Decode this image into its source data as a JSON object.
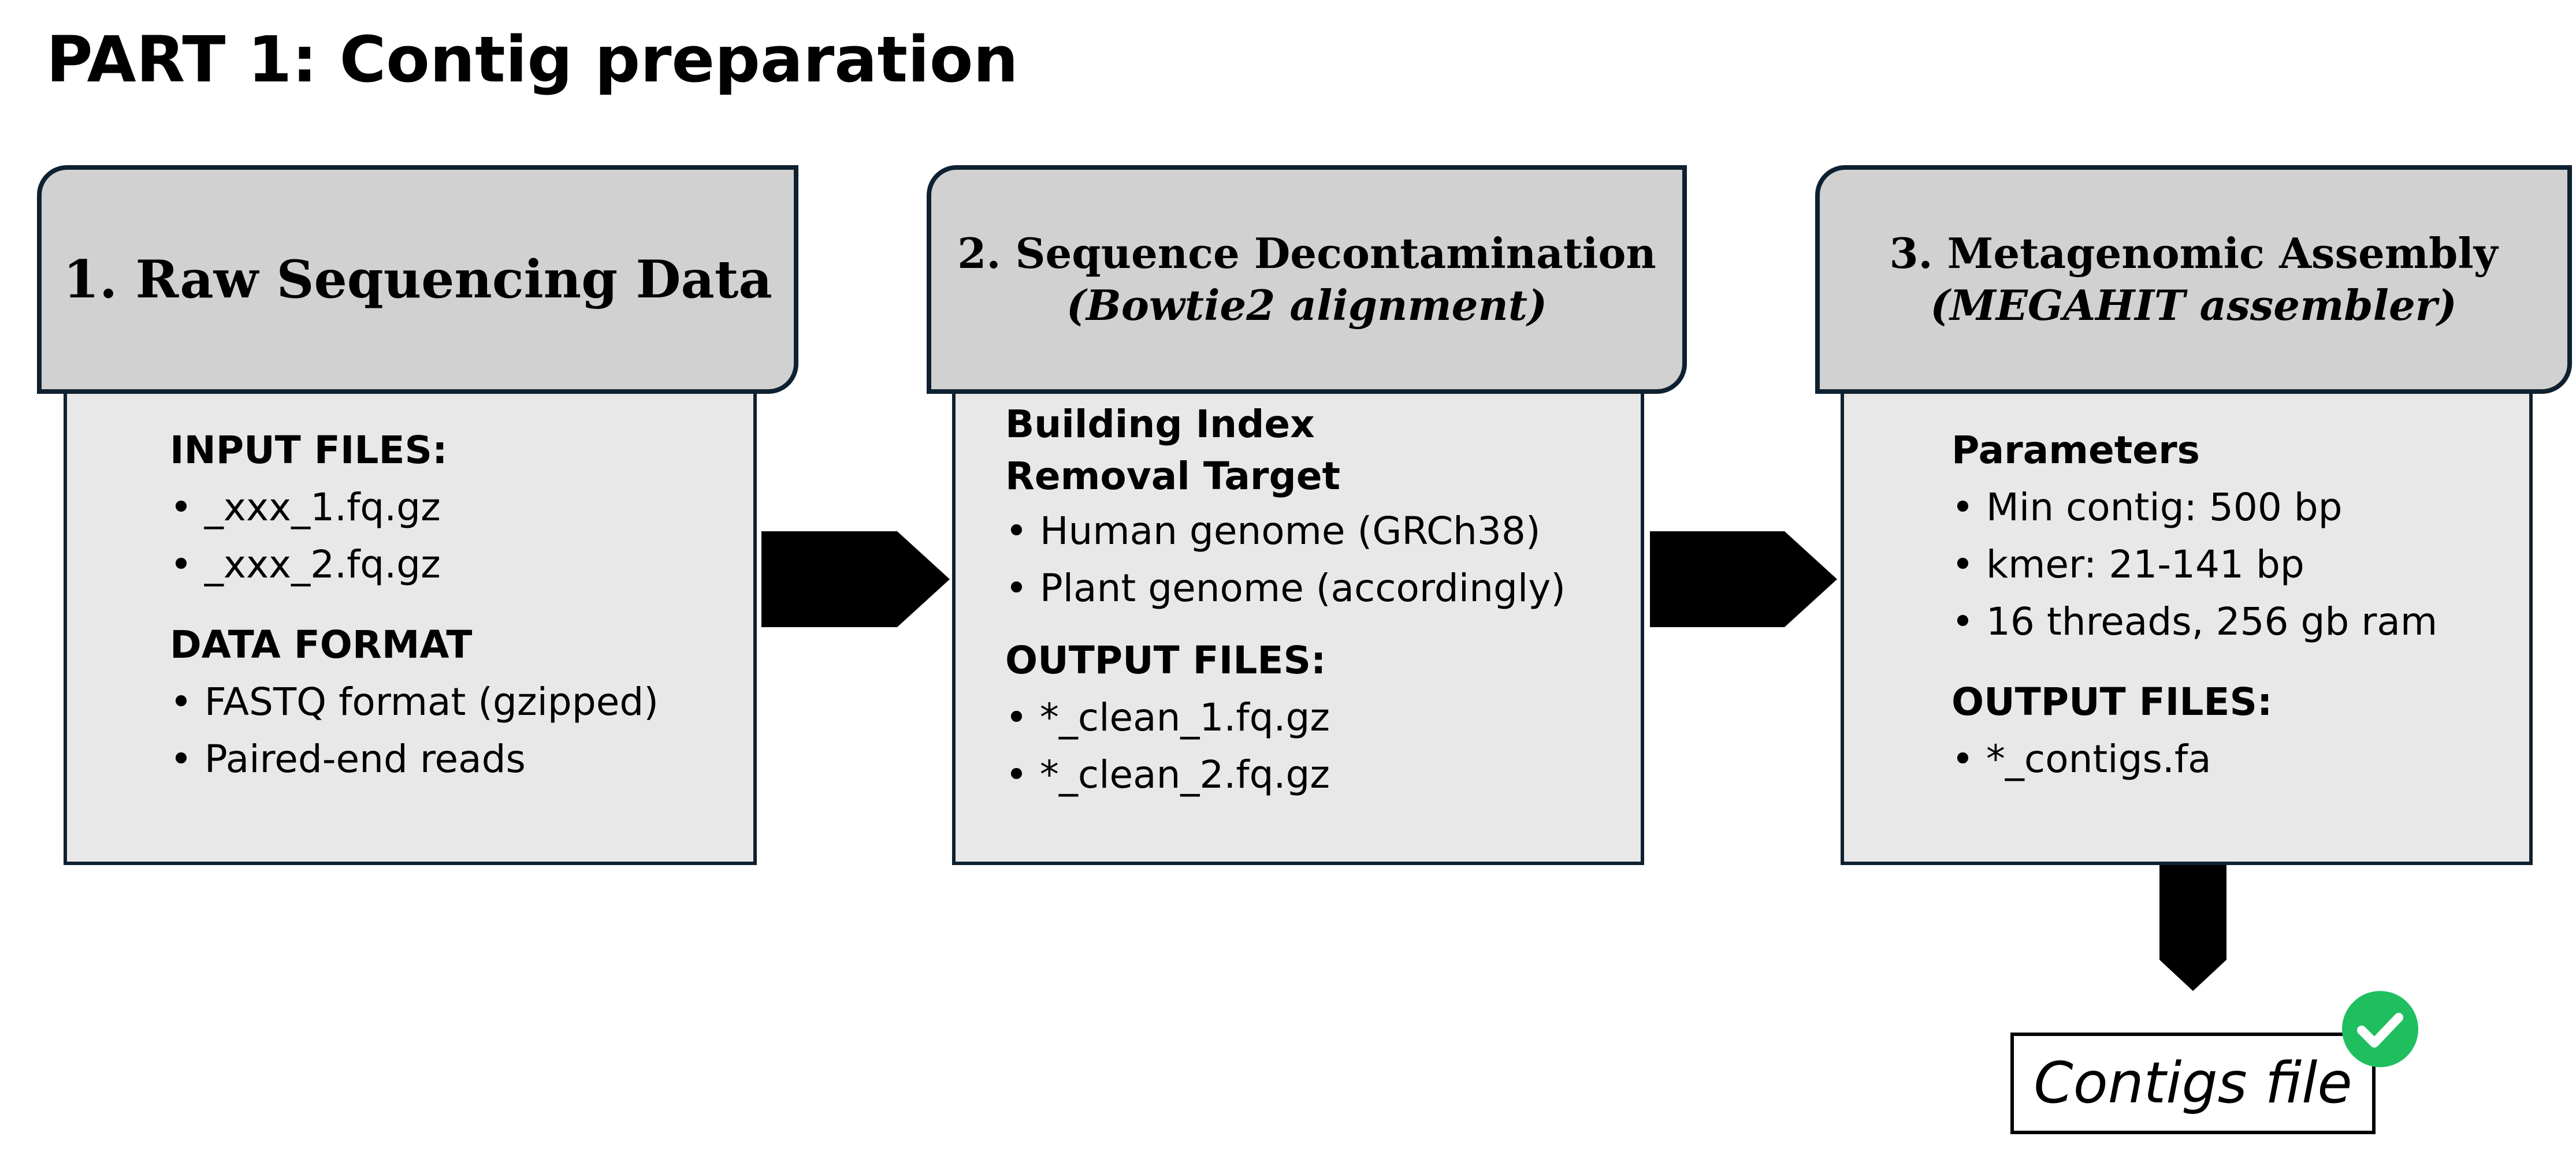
{
  "title": "PART 1: Contig preparation",
  "steps": [
    {
      "title": "1. Raw Sequencing Data",
      "subtitle": "",
      "sections": [
        {
          "label": "INPUT FILES:",
          "items": [
            "_xxx_1.fq.gz",
            "_xxx_2.fq.gz"
          ]
        },
        {
          "label": "DATA FORMAT",
          "items": [
            "FASTQ format (gzipped)",
            "Paired-end reads"
          ]
        }
      ]
    },
    {
      "title": "2. Sequence Decontamination",
      "subtitle": "(Bowtie2 alignment)",
      "sections": [
        {
          "label_lines": [
            "Building Index",
            "Removal Target"
          ],
          "items": [
            "Human genome (GRCh38)",
            "Plant genome (accordingly)"
          ]
        },
        {
          "label": "OUTPUT FILES:",
          "items": [
            "*_clean_1.fq.gz",
            "*_clean_2.fq.gz"
          ]
        }
      ]
    },
    {
      "title": "3. Metagenomic Assembly",
      "subtitle": "(MEGAHIT assembler)",
      "sections": [
        {
          "label": "Parameters",
          "items": [
            "Min contig: 500 bp",
            "kmer: 21-141 bp",
            "16 threads, 256 gb ram"
          ]
        },
        {
          "label": "OUTPUT FILES:",
          "items": [
            "*_contigs.fa"
          ]
        }
      ]
    }
  ],
  "output": {
    "label": "Contigs file"
  },
  "icons": {
    "arrow": "arrow-right-icon",
    "down_arrow": "arrow-down-icon",
    "check": "check-circle-icon"
  },
  "colors": {
    "header_fill": "#d1d1d1",
    "body_fill": "#e8e8e8",
    "border": "#0f2130",
    "check": "#1fbf5f",
    "arrow": "#000000"
  }
}
